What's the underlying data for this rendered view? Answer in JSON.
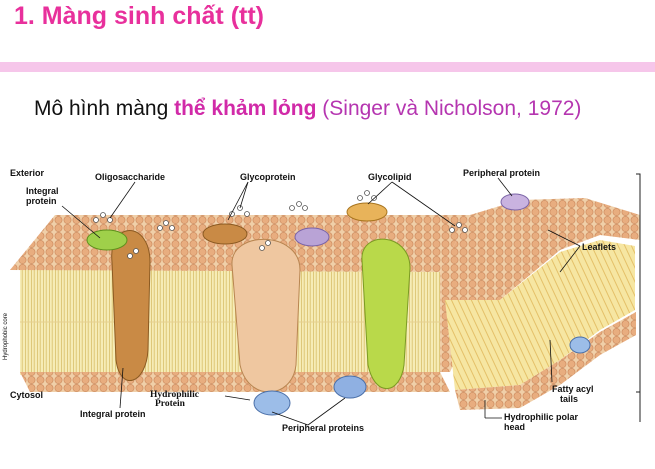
{
  "slide": {
    "title": "1. Màng sinh chất (tt)",
    "caption_prefix": "Mô hình màng ",
    "caption_emphasis": "thể khảm lỏng",
    "caption_citation": " (Singer và Nicholson, 1972)"
  },
  "figure": {
    "labels": {
      "exterior": "Exterior",
      "integral_protein_top_line1": "Integral",
      "integral_protein_top_line2": "protein",
      "oligosaccharide": "Oligosaccharide",
      "glycoprotein": "Glycoprotein",
      "glycolipid": "Glycolipid",
      "peripheral_protein": "Peripheral protein",
      "leaflets": "Leaflets",
      "cytosol": "Cytosol",
      "hydrophilic_protein_line1": "Hydrophilic",
      "hydrophilic_protein_line2": "Protein",
      "integral_protein_bottom": "Integral protein",
      "peripheral_proteins": "Peripheral proteins",
      "fatty_acyl_tails_line1": "Fatty acyl",
      "fatty_acyl_tails_line2": "tails",
      "hydrophilic_polar_head_line1": "Hydrophilic polar",
      "hydrophilic_polar_head_line2": "head",
      "hydrophobic_core_rotated": "Hydrophobic core"
    },
    "colors": {
      "lipid_head": "#e9b58c",
      "lipid_tail": "#f3e6a0",
      "protein_brown": "#c98a45",
      "protein_tan": "#efc7a0",
      "protein_green": "#b9d94a",
      "protein_blue": "#7da3d8",
      "protein_purple": "#b9a3d6",
      "title_pink": "#e8309c"
    }
  }
}
